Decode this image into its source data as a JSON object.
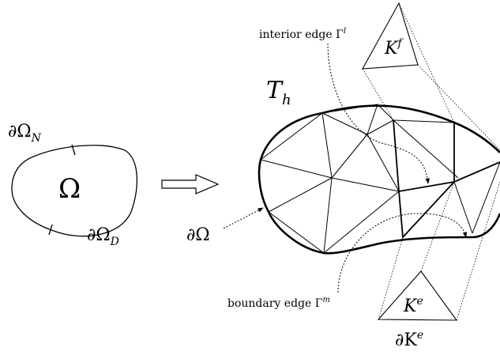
{
  "labels": {
    "omega_big": "Ω",
    "omega_N_base": "∂Ω",
    "omega_N_sub": "N",
    "omega_D_base": "∂Ω",
    "omega_D_sub": "D",
    "boundary_partial": "∂Ω",
    "mesh_T": "T",
    "mesh_T_sub": "h",
    "interior_edge_text": "interior edge Γ",
    "interior_edge_sup": "l",
    "boundary_edge_text": "boundary edge Γ",
    "boundary_edge_sup": "m",
    "element_f_base": "K",
    "element_f_sup": "f",
    "element_e_base": "K",
    "element_e_sup": "e",
    "element_e_boundary_base": "∂K",
    "element_e_boundary_sup": "e"
  }
}
